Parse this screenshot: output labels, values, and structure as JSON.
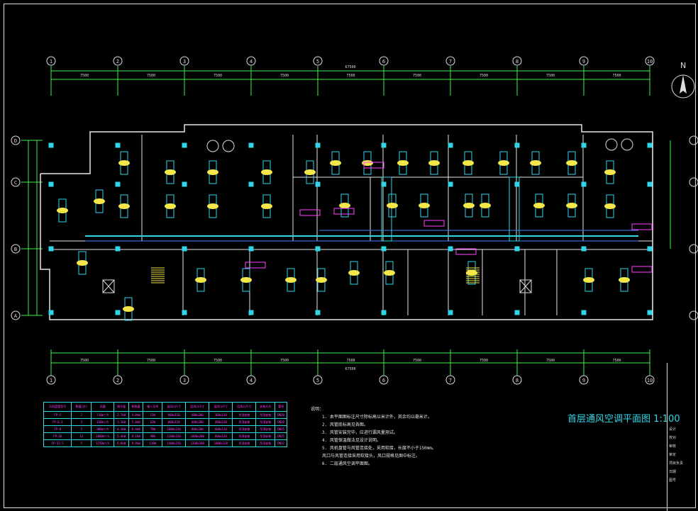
{
  "drawing": {
    "title": "首层通风空调平面图 1:100",
    "north_label": "N",
    "grid_columns": [
      "1",
      "2",
      "3",
      "4",
      "5",
      "6",
      "7",
      "8",
      "9",
      "10"
    ],
    "grid_rows": [
      "D",
      "C",
      "B",
      "A"
    ],
    "bay_dim": "7500",
    "total_dim": "67500",
    "notes_heading": "说明：",
    "notes": [
      "1. 本平面图标注尺寸除标高以米计外，其余均以毫米计。",
      "2. 风管底标高见各图。",
      "3. 风管安装完毕，应进行漏风量测试。",
      "4. 风管保温做法见设计说明。",
      "5. 风机盘管与风管连接处，采用软接，长度不小于150mm。",
      "   风口与风管连接采用软接头，风口规格见图中标注。",
      "6. 二层通风空调平面图。"
    ],
    "legend_headers": [
      "风机盘管型号",
      "数量(台)",
      "风量",
      "制冷量",
      "制热量",
      "输入功率",
      "送风口尺寸",
      "回风口尺寸",
      "送风口尺寸",
      "回风口尺寸",
      "安装方式",
      "管径"
    ],
    "legend_rows": [
      [
        "FP-5",
        "2",
        "510m³/h",
        "2.7kW",
        "4.0kW",
        "51W",
        "600x150",
        "480x200",
        "360x120",
        "吊顶安装",
        "吊顶安装",
        "DN20"
      ],
      [
        "FP-6.3",
        "3",
        "630m³/h",
        "3.3kW",
        "5.0kW",
        "62W",
        "800x150",
        "600x200",
        "480x120",
        "吊顶安装",
        "吊顶安装",
        "DN20"
      ],
      [
        "FP-8",
        "5",
        "800m³/h",
        "4.3kW",
        "6.4kW",
        "79W",
        "1000x150",
        "800x200",
        "600x120",
        "吊顶安装",
        "吊顶安装",
        "DN25"
      ],
      [
        "FP-10",
        "13",
        "1000m³/h",
        "5.4kW",
        "8.1kW",
        "98W",
        "1200x150",
        "1000x200",
        "800x120",
        "吊顶安装",
        "吊顶安装",
        "DN25"
      ],
      [
        "FP-12.5",
        "5",
        "1250m³/h",
        "6.6kW",
        "9.9kW",
        "120W",
        "1400x150",
        "1200x200",
        "1000x120",
        "吊顶安装",
        "吊顶安装",
        "DN32"
      ]
    ]
  },
  "colors": {
    "wall": "#e8e8e8",
    "duct": "#2fd6e8",
    "grid": "#3ef04a",
    "unit": "#f5e64a",
    "tag": "#ff40ff",
    "pipe": "#4a7cff"
  },
  "title_block": {
    "rows": [
      "设计",
      "校对",
      "审核",
      "审定",
      "项目负责",
      "日期",
      "图号"
    ]
  }
}
